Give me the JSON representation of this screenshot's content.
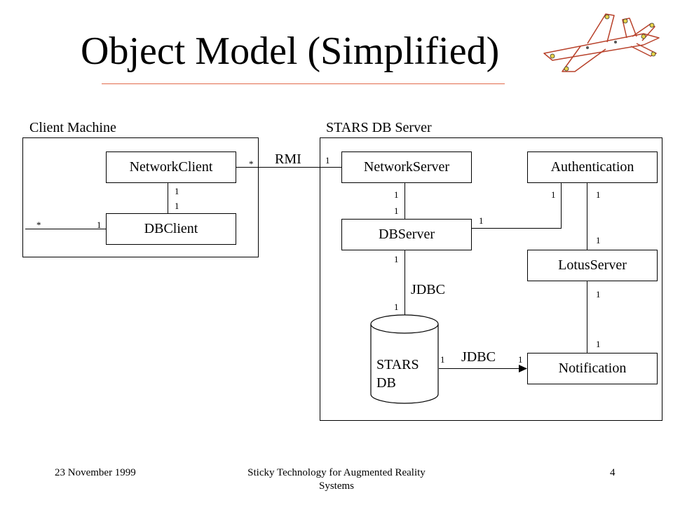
{
  "slide": {
    "title": "Object Model (Simplified)",
    "footer": {
      "date": "23 November 1999",
      "talk_line1": "Sticky Technology for Augmented Reality",
      "talk_line2": "Systems",
      "page": "4"
    }
  },
  "diagram": {
    "regions": {
      "client": "Client Machine",
      "server": "STARS DB Server"
    },
    "classes": {
      "network_client": "NetworkClient",
      "db_client": "DBClient",
      "network_server": "NetworkServer",
      "authentication": "Authentication",
      "db_server": "DBServer",
      "lotus_server": "LotusServer",
      "notification": "Notification"
    },
    "database": {
      "line1": "STARS",
      "line2": "DB"
    },
    "connectors": {
      "rmi": "RMI",
      "jdbc_server": "JDBC",
      "jdbc_notification": "JDBC"
    },
    "multiplicities": {
      "nc_db_top": "1",
      "nc_db_bottom": "1",
      "dbclient_left": "*",
      "dbclient_right": "1",
      "rmi_client": "*",
      "rmi_server": "1",
      "ns_dbs_top": "1",
      "ns_dbs_bottom": "1",
      "dbs_auth_left": "1",
      "dbs_auth_right": "1",
      "auth_lotus_top": "1",
      "auth_lotus_bottom": "1",
      "dbs_db_top": "1",
      "dbs_db_bottom": "1",
      "lotus_notif_top": "1",
      "lotus_notif_bottom": "1",
      "db_notif_left": "1",
      "db_notif_right": "1"
    }
  }
}
